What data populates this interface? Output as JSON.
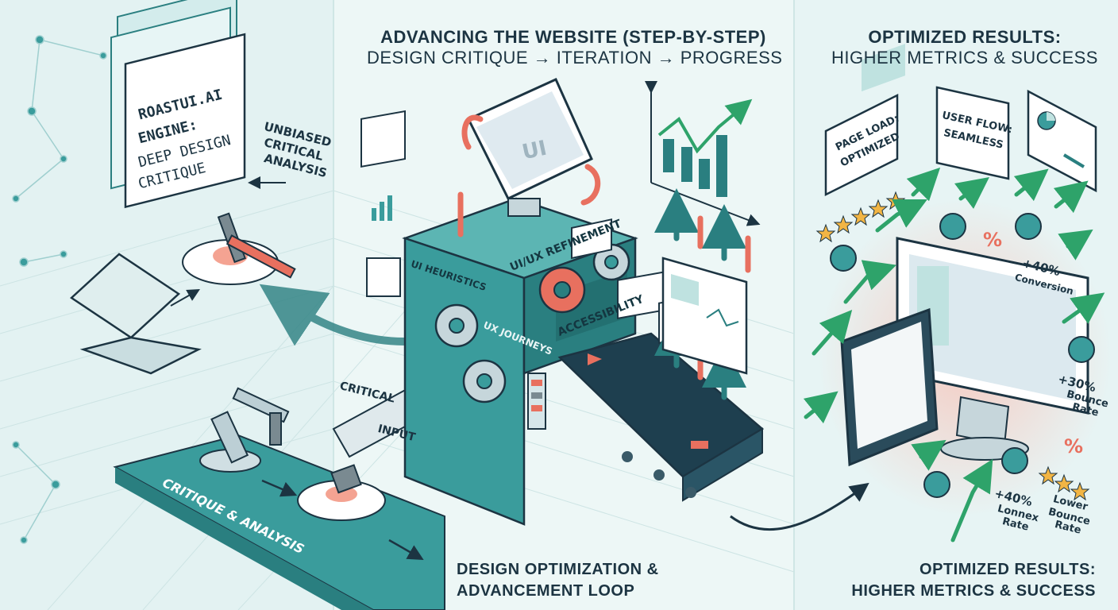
{
  "header_center": {
    "title": "ADVANCING THE WEBSITE (STEP-BY-STEP)",
    "subtitle": "DESIGN CRITIQUE → ITERATION → PROGRESS"
  },
  "header_right": {
    "title": "OPTIMIZED RESULTS:",
    "subtitle": "HIGHER METRICS & SUCCESS"
  },
  "engine_card": {
    "line1": "ROASTUI.AI",
    "line2": "ENGINE:",
    "line3": "DEEP DESIGN",
    "line4": "CRITIQUE"
  },
  "unbiased_label": {
    "line1": "UNBIASED",
    "line2": "CRITICAL",
    "line3": "ANALYSIS"
  },
  "machine_labels": {
    "ui_heuristics": "UI HEURISTICS",
    "ux_refinement": "UI/UX REFINEMENT",
    "ux_journeys": "UX JOURNEYS",
    "accessibility": "ACCESSIBILITY",
    "screen_ui": "UI"
  },
  "input_label": {
    "line1": "CRITICAL",
    "line2": "INPUT"
  },
  "platform_label": "CRITIQUE & ANALYSIS",
  "loop_caption": {
    "line1": "DESIGN OPTIMIZATION &",
    "line2": "ADVANCEMENT LOOP"
  },
  "results_cards": {
    "page_load": {
      "line1": "PAGE LOAD:",
      "line2": "OPTIMIZED"
    },
    "user_flow": {
      "line1": "USER FLOW:",
      "line2": "SEAMLESS"
    }
  },
  "metrics": {
    "conversion": {
      "value": "+40%",
      "label": "Conversion"
    },
    "bounce": {
      "value": "+30%",
      "label1": "Bounce",
      "label2": "Rate"
    },
    "lonnex": {
      "value": "+40%",
      "label1": "Lonnex",
      "label2": "Rate"
    },
    "lower_bounce": {
      "label1": "Lower",
      "label2": "Bounce",
      "label3": "Rate"
    },
    "percent_symbol": "%"
  },
  "footer_right": {
    "line1": "OPTIMIZED RESULTS:",
    "line2": "HIGHER METRICS & SUCCESS"
  },
  "colors": {
    "background": "#e9f5f5",
    "teal": "#3a9c9c",
    "teal_dark": "#2a7f80",
    "teal_light": "#bfe2e0",
    "coral": "#e8705f",
    "green": "#2ea36a",
    "ink": "#1c3442"
  }
}
